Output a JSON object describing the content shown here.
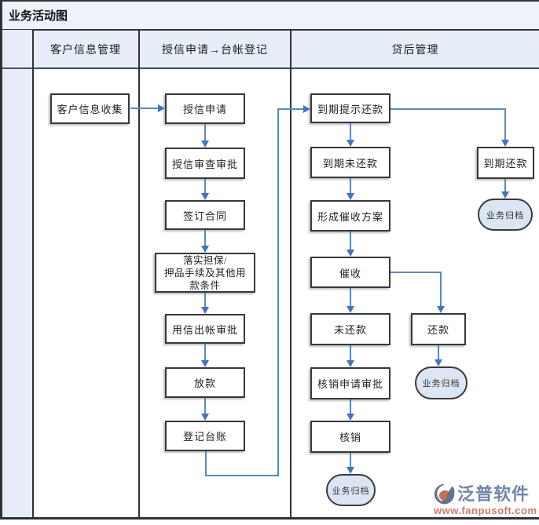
{
  "title": "业务活动图",
  "lanes": {
    "lane1": "客户信息管理",
    "lane2": "授信申请→台帐登记",
    "lane3": "贷后管理"
  },
  "nodes": {
    "collect_info": "客户信息收集",
    "credit_apply": "授信申请",
    "credit_review": "授信审查审批",
    "sign_contract": "签订合同",
    "implement_guarantee": "落实担保/\n押品手续及其他用\n款条件",
    "disbursement_approval": "用信出帐审批",
    "loan_release": "放款",
    "register_ledger": "登记台账",
    "due_reminder": "到期提示还款",
    "due_unpaid": "到期未还款",
    "collection_plan": "形成催收方案",
    "collection": "催收",
    "unpaid": "未还款",
    "writeoff_apply": "核销申请审批",
    "writeoff": "核销",
    "due_repaid": "到期还款",
    "repaid": "还款",
    "archive_1": "业务归档",
    "archive_2": "业务归档",
    "archive_3": "业务归档"
  },
  "logo": {
    "name": "泛普软件",
    "url": "www.fanpusoft.com"
  },
  "colors": {
    "arrow": "#4f81bd",
    "node_fill": "#ffffff",
    "terminal_fill": "#dbe5f3",
    "lane_fill": "#e8eef8",
    "frame_border": "#2e3338",
    "logo_text": "#7384a9",
    "logo_url": "#cc7a66"
  }
}
